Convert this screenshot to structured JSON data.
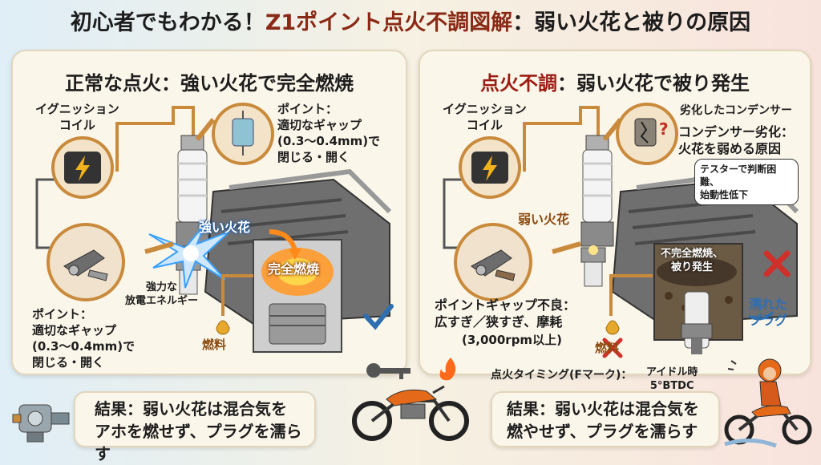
{
  "title": {
    "part1": "初心者でもわかる！",
    "accent": "Z1ポイント点火不調図解",
    "part2": "：弱い火花と被りの原因"
  },
  "left": {
    "title": "正常な点火：強い火花で完全燃焼",
    "ignition_coil": "イグニッション\nコイル",
    "point_top": "ポイント：\n適切なギャップ\n(0.3〜0.4mm)で\n閉じる・開く",
    "strong_spark": "強い火花",
    "complete_combustion": "完全燃焼",
    "discharge": "強力な\n放電エネルギー",
    "point_bottom": "ポイント：\n適切なギャップ\n(0.3〜0.4mm)で\n閉じる・開く",
    "fuel": "燃料",
    "result": "結果：弱い火花は混合気を\nアホを燃せず、プラグを濡らす"
  },
  "right": {
    "title_red": "点火不調",
    "title_rest": "：弱い火花で被り発生",
    "ignition_coil": "イグニッション\nコイル",
    "condenser_degraded": "劣化したコンデンサー",
    "condenser_cause": "コンデンサー劣化：\n火花を弱める原因",
    "tester_note": "テスターで判断困難、\n始動性低下",
    "weak_spark": "弱い火花",
    "incomplete": "不完全燃焼、\n被り発生",
    "point_gap_bad": "ポイントギャップ不良：\n広すぎ／狭すぎ、摩耗",
    "rpm_note": "(3,000rpm以上)",
    "fuel": "燃料",
    "wet_plug": "濡れた\nプラグ",
    "timing": "点火タイミング(Fマーク)：",
    "idle": "アイドル時\n5°BTDC",
    "result": "結果：弱い火花は混合気を\n燃やせず、プラグを濡らす"
  },
  "colors": {
    "accent": "#8a2a16",
    "copper": "#c98a3c",
    "spark": "#3aa0ff",
    "flame": "#ff8a1a",
    "check": "#2f6fb0",
    "cross": "#d0302a"
  }
}
